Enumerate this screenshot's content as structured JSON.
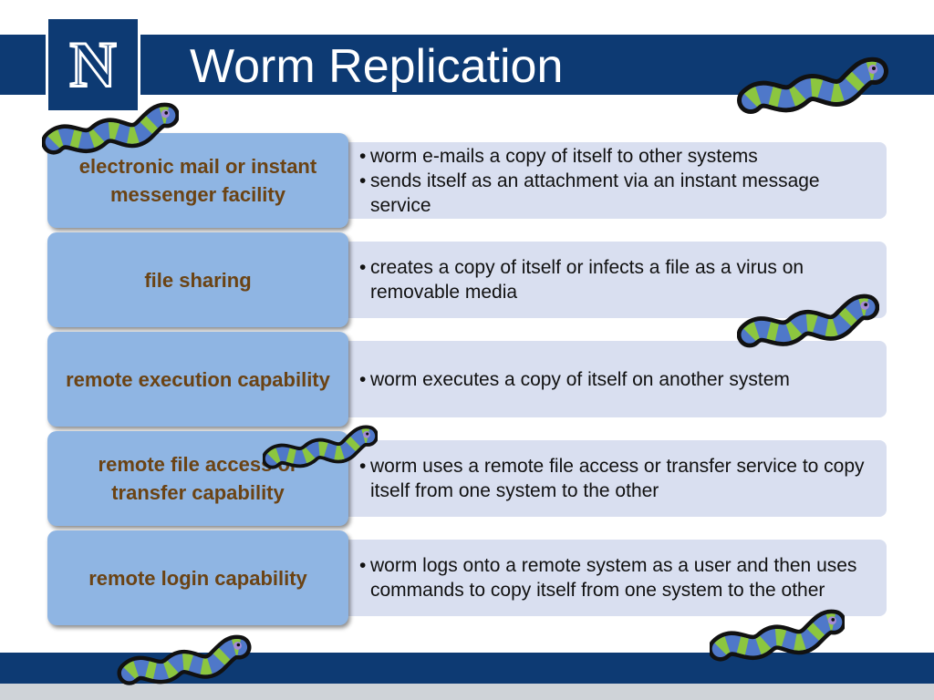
{
  "slide": {
    "title": "Worm Replication",
    "logo_letter": "N",
    "colors": {
      "brand_navy": "#0d3a73",
      "method_blue": "#8fb5e3",
      "desc_lavender": "#d9dff0",
      "method_text": "#6b4314"
    },
    "rows": [
      {
        "method": "electronic mail or instant messenger facility",
        "bullets": [
          "worm e-mails a copy of itself to other systems",
          "sends itself as an attachment via an instant message service"
        ]
      },
      {
        "method": "file sharing",
        "bullets": [
          "creates a copy of itself or infects a file as a virus on removable media"
        ]
      },
      {
        "method": "remote execution capability",
        "bullets": [
          "worm executes a copy of itself on another system"
        ]
      },
      {
        "method": "remote file access or transfer capability",
        "bullets": [
          "worm uses a remote file access or transfer service to copy itself from one system to the other"
        ]
      },
      {
        "method": "remote login capability",
        "bullets": [
          "worm logs onto a remote system as a user and then uses commands to copy itself from one system to the other"
        ]
      }
    ],
    "decorations": [
      "worm-icon",
      "worm-icon",
      "worm-icon",
      "worm-icon",
      "worm-icon",
      "worm-icon"
    ]
  }
}
